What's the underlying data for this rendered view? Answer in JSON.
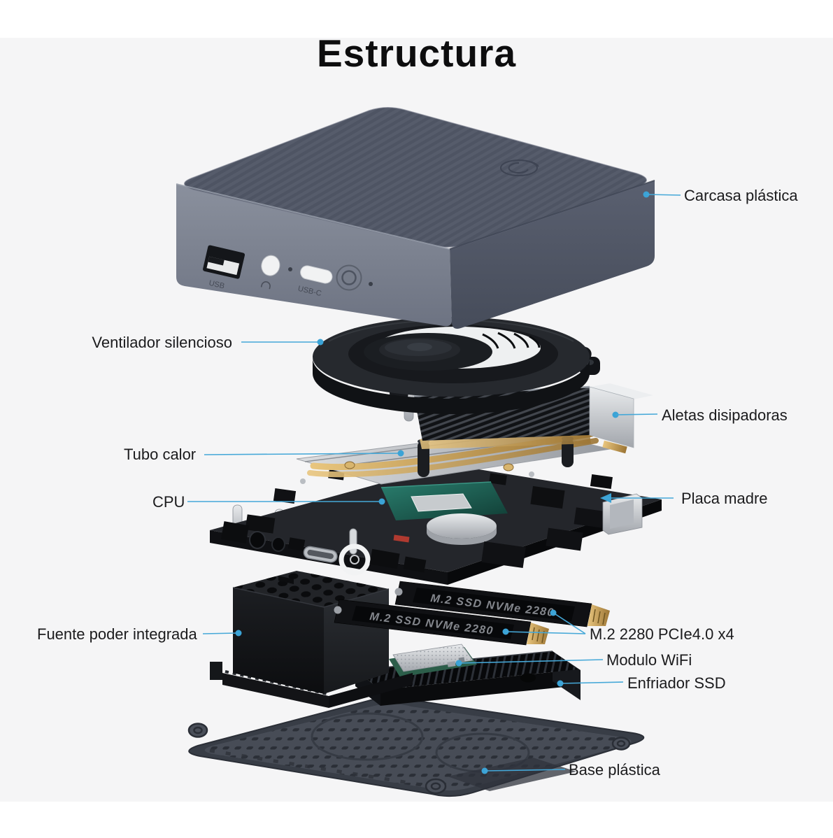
{
  "title": "Estructura",
  "accent_color": "#3ba3d6",
  "device_print": {
    "usb": "USB",
    "usbc": "USB-C",
    "ssd1": "M.2 SSD NVMe 2280",
    "ssd2": "M.2 SSD NVMe 2280"
  },
  "callouts": {
    "carcasa": "Carcasa plástica",
    "ventilador": "Ventilador silencioso",
    "aletas": "Aletas disipadoras",
    "tubo": "Tubo calor",
    "cpu": "CPU",
    "placa": "Placa madre",
    "fuente": "Fuente poder integrada",
    "m2": "M.2 2280 PCIe4.0 x4",
    "wifi": "Modulo WiFi",
    "enfriador": "Enfriador SSD",
    "base": "Base plástica"
  }
}
